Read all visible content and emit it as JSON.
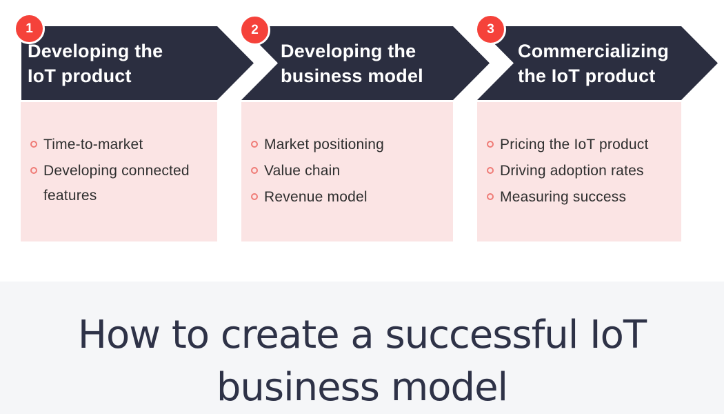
{
  "steps": [
    {
      "number": "1",
      "title": "Developing the\nIoT product",
      "bullets": [
        "Time-to-market",
        "Developing connected features"
      ]
    },
    {
      "number": "2",
      "title": "Developing the\nbusiness model",
      "bullets": [
        "Market positioning",
        "Value chain",
        "Revenue model"
      ]
    },
    {
      "number": "3",
      "title": "Commercializing\nthe IoT product",
      "bullets": [
        "Pricing the IoT product",
        "Driving adoption rates",
        "Measuring success"
      ]
    }
  ],
  "footer": {
    "title_line1": "How to create a successful IoT",
    "title_line2": "business model"
  },
  "colors": {
    "arrow_navy": "#2b2e40",
    "badge_red": "#f5423a",
    "panel_pink": "#fbe4e4",
    "bullet_ring": "#ef7b76",
    "body_text": "#2e2e2e",
    "banner_background": "#f5f6f8",
    "title_text": "#2e3247"
  }
}
